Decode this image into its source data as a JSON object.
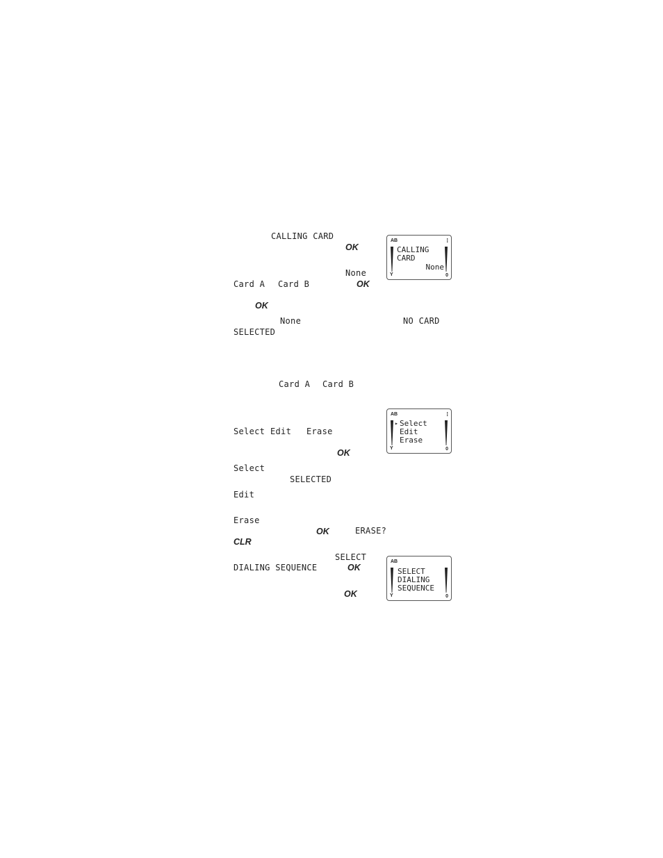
{
  "text": {
    "calling_card": "CALLING CARD",
    "none": "None",
    "card_a": "Card A",
    "card_b": "Card B",
    "no_card": "NO CARD",
    "selected": "SELECTED",
    "select": "Select",
    "edit": "Edit",
    "erase": "Erase",
    "erase_q": "ERASE?",
    "select_upper": "SELECT",
    "dialing_sequence": "DIALING SEQUENCE"
  },
  "keys": {
    "ok": "OK",
    "clr": "CLR"
  },
  "displays": {
    "status_ab": "AB",
    "status_y": "Y",
    "status_zero": "0",
    "status_antenna": "⁞",
    "screen1": {
      "line1": "CALLING",
      "line2": "CARD",
      "line3": "None"
    },
    "screen2": {
      "cursor": "▸",
      "line1": "Select",
      "line2": "Edit",
      "line3": "Erase"
    },
    "screen3": {
      "line1": "SELECT",
      "line2": "DIALING",
      "line3": "SEQUENCE"
    }
  }
}
